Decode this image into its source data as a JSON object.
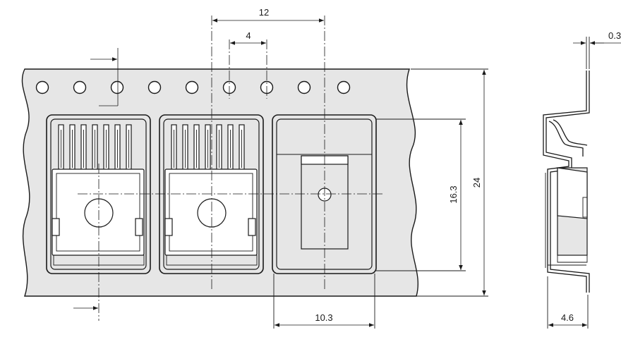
{
  "drawing": {
    "dimensions": {
      "pocket_pitch": "12",
      "sprocket_pitch": "4",
      "thickness": "0.3",
      "pocket_width": "10.3",
      "pocket_length": "16.3",
      "tape_width": "24",
      "depth": "4.6"
    }
  },
  "colors": {
    "line": "#1a1a1a",
    "tape_fill": "#e6e6e6",
    "background": "#ffffff"
  }
}
